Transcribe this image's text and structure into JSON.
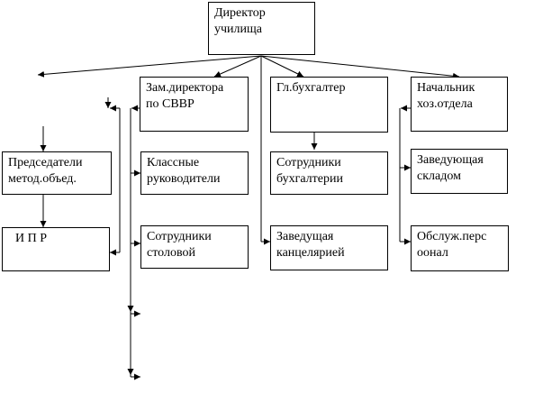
{
  "org_chart": {
    "director": {
      "line1": "Директор",
      "line2": "училища"
    },
    "deputy": {
      "line1": "Зам.директора",
      "line2": "по СВВР"
    },
    "chief_accountant": {
      "line1": "Гл.бухгалтер",
      "line2": ""
    },
    "head_supply": {
      "line1": "Начальник",
      "line2": "хоз.отдела"
    },
    "method_chairs": {
      "line1": "Председатели",
      "line2": "метод.объед."
    },
    "class_teachers": {
      "line1": "Классные",
      "line2": "руководители"
    },
    "accounting_staff": {
      "line1": "Сотрудники",
      "line2": "бухгалтерии"
    },
    "warehouse_head": {
      "line1": "Заведующая",
      "line2": "складом"
    },
    "ipr": {
      "line1": "И П Р",
      "line2": ""
    },
    "canteen_staff": {
      "line1": "Сотрудники",
      "line2": "столовой"
    },
    "office_head": {
      "line1": "Заведущая",
      "line2": "канцелярией"
    },
    "service_staff": {
      "line1": "Обслуж.перс",
      "line2": "оонал"
    }
  }
}
